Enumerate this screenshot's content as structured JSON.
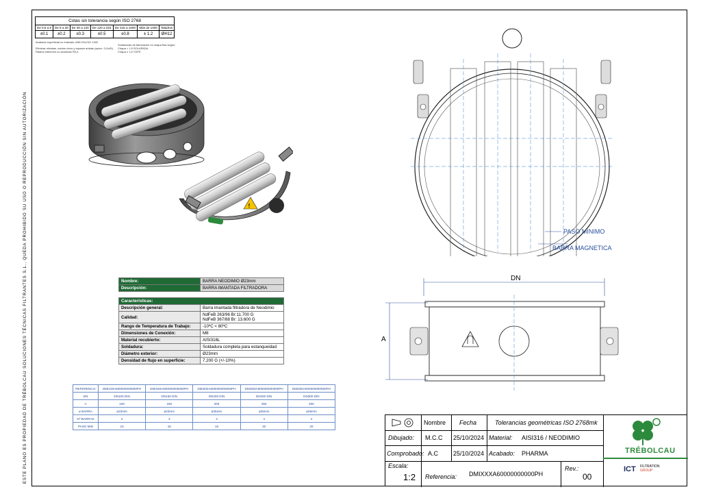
{
  "side_text": "ESTE PLANO ES PROPIEDAD DE TRÉBOLCAU SOLUCIONES TÉCNICAS FILTRANTES S.L., QUEDA PROHIBIDO SU USO O REPRODUCCIÓN SIN AUTORIZACIÓN",
  "tolerance": {
    "title": "Cotas sin tolerancia según ISO 2768",
    "headers": [
      "De 0,5 a 6",
      "De 6 a 30",
      "De 30 a 120",
      "De 120 a 315",
      "De 315 a 1000",
      "Más de 1000",
      "Taladros"
    ],
    "values": [
      "±0.1",
      "±0.2",
      "±0.3",
      "±0.5",
      "±0.8",
      "± 1.2",
      "ØH12"
    ]
  },
  "notes_left": [
    "Acabado superficial no indicado    UNE-EN-ISO 1302",
    "Eliminar rebabas, cantos vivos y repasar aristas (aprox. 0,2x45)",
    "Radios interiores no acotados R0,4"
  ],
  "notes_right": [
    "Soldaduras de fabricación en chapa fina según:",
    "Chapa < 1,5 SOLAPADA",
    "Chapa ≥ 1,5 TOPE"
  ],
  "warning_symbol": "!",
  "spec": {
    "nombre_label": "Nombre:",
    "nombre": "BARRA NEODIMIO Ø23mm",
    "desc_label": "Descripción:",
    "desc": "BARRA IMANTADA FILTRADORA",
    "section": "Características:",
    "rows": [
      {
        "k": "Descripción general:",
        "v": "Barra imantada filtradora de Neodimio"
      },
      {
        "k": "Calidad:",
        "v": "NdFeB 263/96 Br:11.700 G",
        "v2": "NdFeB 367/88 Br: 13.600 G"
      },
      {
        "k": "Rango de Temperatura de Trabajo:",
        "v": "-10ºC < 80ºC"
      },
      {
        "k": "Dimensiones de Conexión:",
        "v": "M8"
      },
      {
        "k": "Material recubierto:",
        "v": "AISI316L"
      },
      {
        "k": "Soldadura:",
        "v": "Soldadura completa para estanqueidad"
      },
      {
        "k": "Diámetro exterior:",
        "v": "Ø23mm"
      },
      {
        "k": "Densidad de flujo en superficie:",
        "v": "7.200 G (+/-10%)"
      }
    ]
  },
  "ref_table": {
    "headers": [
      "REFERENCIA",
      "DMI100A600000000000PH",
      "DMI150A600000000000PH",
      "DMI200A600000000000PH",
      "DMI250A600000000000PH",
      "DMI300A600000000000PH"
    ],
    "rows": [
      [
        "DN",
        "DN100  DIN",
        "DN150  DIN",
        "DN200  DIN",
        "DN250  DIN",
        "DN300  DIN"
      ],
      [
        "A",
        "100",
        "150",
        "200",
        "250",
        "300"
      ],
      [
        "ø BARRA",
        "ø23mm",
        "ø23mm",
        "ø25mm",
        "ø25mm",
        "ø25mm"
      ],
      [
        "Nº BARRAS",
        "2",
        "3",
        "4",
        "4",
        "4"
      ],
      [
        "PASO MIN",
        "15",
        "15",
        "16",
        "20",
        "20"
      ]
    ]
  },
  "drawing": {
    "paso_minimo": "PASO MINIMO",
    "barra_magnetica": "BARRA MAGNETICA",
    "dn": "DN",
    "a": "A"
  },
  "title_block": {
    "nombre": "Nombre",
    "fecha": "Fecha",
    "tolerancias": "Tolerancias geométricas ISO 2768mk",
    "dibujado_label": "Dibujado:",
    "dibujado": "M.C.C",
    "dibujado_fecha": "25/10/2024",
    "material_label": "Material:",
    "material": "AISI316 / NEODIMIO",
    "comprobado_label": "Comprobado:",
    "comprobado": "A.C",
    "comprobado_fecha": "25/10/2024",
    "acabado_label": "Acabado:",
    "acabado": "PHARMA",
    "escala_label": "Escala:",
    "escala": "1:2",
    "referencia_label": "Referencia:",
    "referencia": "DMIXXXA60000000000PH",
    "rev_label": "Rev.:",
    "rev": "00",
    "logo_text": "TRÉBOLCAU",
    "group_text": "ICT",
    "group_sub1": "FILTRATION",
    "group_sub2": "GROUP"
  }
}
